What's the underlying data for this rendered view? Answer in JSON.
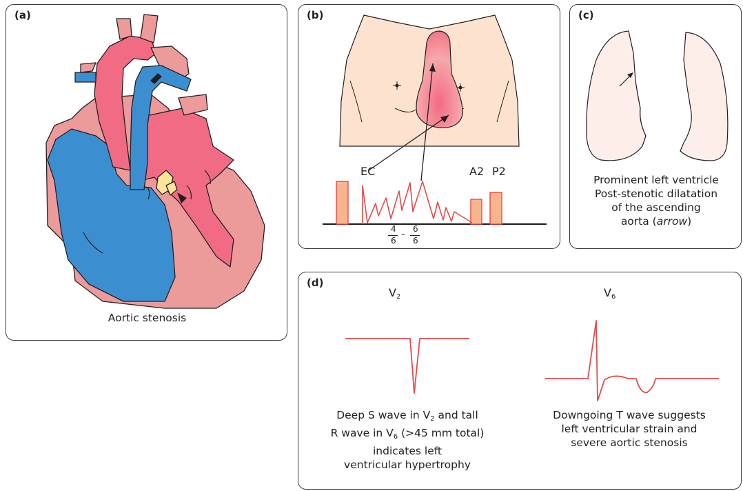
{
  "colors": {
    "deoxygenated_blue": "#3b8fd0",
    "oxygenated_red": "#f26b85",
    "muscle_pink": "#ec9a9a",
    "calcification_yellow": "#fbe599",
    "ecg_red": "#e64a4a",
    "lung_fill": "#fdeeea",
    "murmur_bar": "#f7b58e"
  },
  "panel_a": {
    "label": "(a)",
    "caption": "Aortic stenosis",
    "icons": [
      "heart-anatomy",
      "stenotic-valve-arrowhead"
    ]
  },
  "panel_b": {
    "label": "(b)",
    "ec_label": "EC",
    "a2_label": "A2",
    "p2_label": "P2",
    "fraction_left": {
      "num": "4",
      "den": "6"
    },
    "fraction_right": {
      "num": "6",
      "den": "6"
    },
    "fraction_sep": "–",
    "icons": [
      "chest-torso",
      "nipple-marker",
      "murmur-radiation-area",
      "phonocardiogram"
    ]
  },
  "panel_c": {
    "label": "(c)",
    "lines": [
      "Prominent left ventricle",
      "Post-stenotic dilatation",
      "of the ascending"
    ],
    "line4_prefix": "aorta (",
    "line4_italic": "arrow",
    "line4_suffix": ")",
    "icons": [
      "chest-xray-silhouette",
      "dilatation-arrow"
    ]
  },
  "panel_d": {
    "label": "(d)",
    "lead_left": {
      "base": "V",
      "sub": "2"
    },
    "lead_right": {
      "base": "V",
      "sub": "6"
    },
    "left_caption": {
      "l1_a": "Deep S wave in V",
      "l1_sub": "2",
      "l1_b": " and tall",
      "l2_a": "R wave in V",
      "l2_sub": "6",
      "l2_b": " (>45 mm total)",
      "l3": "indicates left",
      "l4": "ventricular hypertrophy"
    },
    "right_caption": [
      "Downgoing T wave suggests",
      "left ventricular strain and",
      "severe aortic stenosis"
    ],
    "icons": [
      "ecg-trace-v2",
      "ecg-trace-v6"
    ]
  }
}
